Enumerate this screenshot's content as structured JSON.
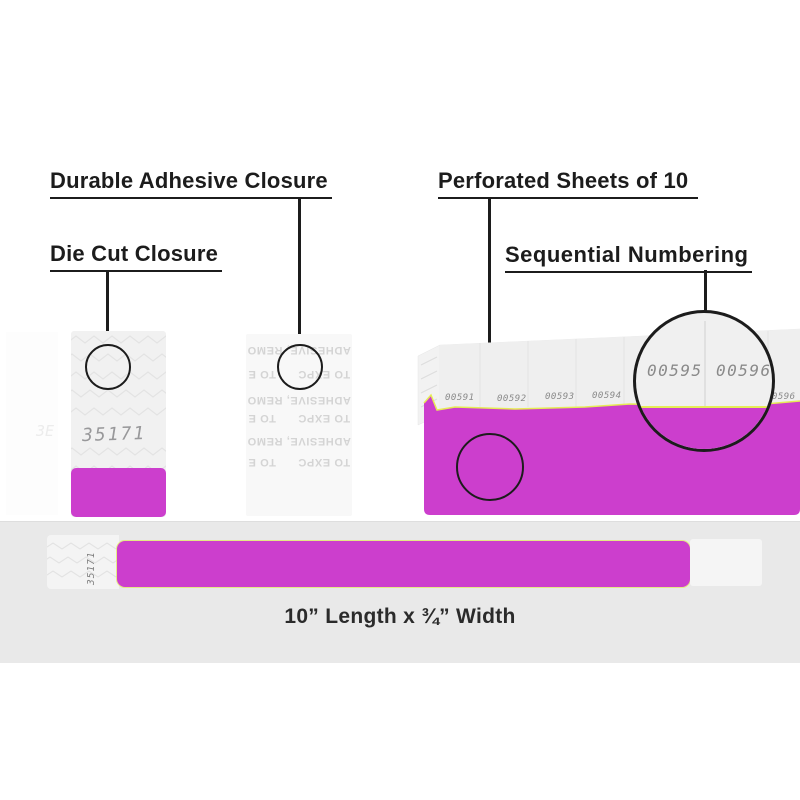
{
  "callouts": {
    "durable_adhesive": "Durable Adhesive Closure",
    "die_cut": "Die Cut Closure",
    "perforated": "Perforated Sheets of 10",
    "sequential": "Sequential Numbering"
  },
  "die_cut_band": {
    "number": "35171"
  },
  "ghost_band": {
    "number": "3E"
  },
  "adhesive_band": {
    "liner_lines": [
      "ADHESIVE, REMO",
      "TO EXPC      TO E",
      "ADHESIVE, REMO",
      "TO EXPC      TO E",
      "ADHESIVE, REMO",
      "TO EXPC      TO E"
    ]
  },
  "sheet": {
    "numbers": [
      "00591",
      "00592",
      "00593",
      "00594"
    ],
    "edge_number": "00596",
    "magnified_numbers": [
      "00595",
      "00596"
    ]
  },
  "bottom_band": {
    "number": "35171"
  },
  "caption": "10” Length x ¾” Width",
  "colors": {
    "magenta": "#cc3ecd",
    "edge_yellow": "#e6ec55",
    "line_black": "#1c1c1c",
    "panel_gray": "#e9e9e9"
  }
}
